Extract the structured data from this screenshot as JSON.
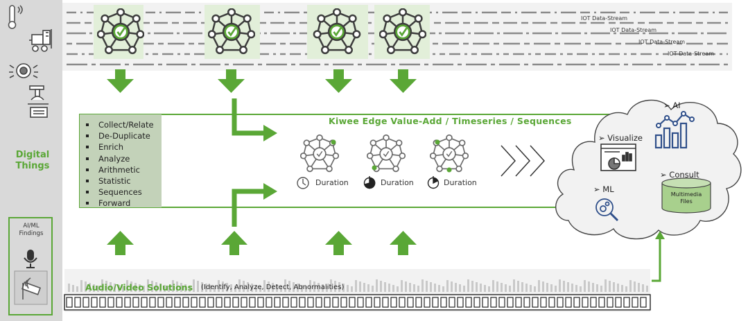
{
  "left_panel": {
    "digital_things_line1": "Digital",
    "digital_things_line2": "Things",
    "aiml_line1": "AI/ML",
    "aiml_line2": "Findings"
  },
  "iot_streams": [
    "IOT Data-Stream",
    "IOT Data-Stream",
    "IOT Data-Stream",
    "IOT Data-Stream"
  ],
  "processing_box": {
    "title": "Kiwee Edge Value-Add  /  Timeseries  /  Sequences",
    "functions": [
      "Collect/Relate",
      "De-Duplicate",
      "Enrich",
      "Analyze",
      "Arithmetic",
      "Statistic",
      "Sequences",
      "Forward"
    ],
    "durations": [
      "Duration",
      "Duration",
      "Duration"
    ]
  },
  "cloud": {
    "ai": "AI",
    "visualize": "Visualize",
    "consult": "Consult",
    "ml": "ML",
    "db_line1": "Multimedia",
    "db_line2": "Files"
  },
  "audio_video": {
    "title": "Audio/Video Solutions",
    "subtitle": "(Identify, Analyze, Detect, Abnormalities)"
  },
  "colors": {
    "green": "#5aa736",
    "dark_green": "#2e6e1e",
    "panel_gray": "#d9d9d9",
    "list_bg": "#c3d2b9",
    "db_fill": "#a8d08d"
  }
}
